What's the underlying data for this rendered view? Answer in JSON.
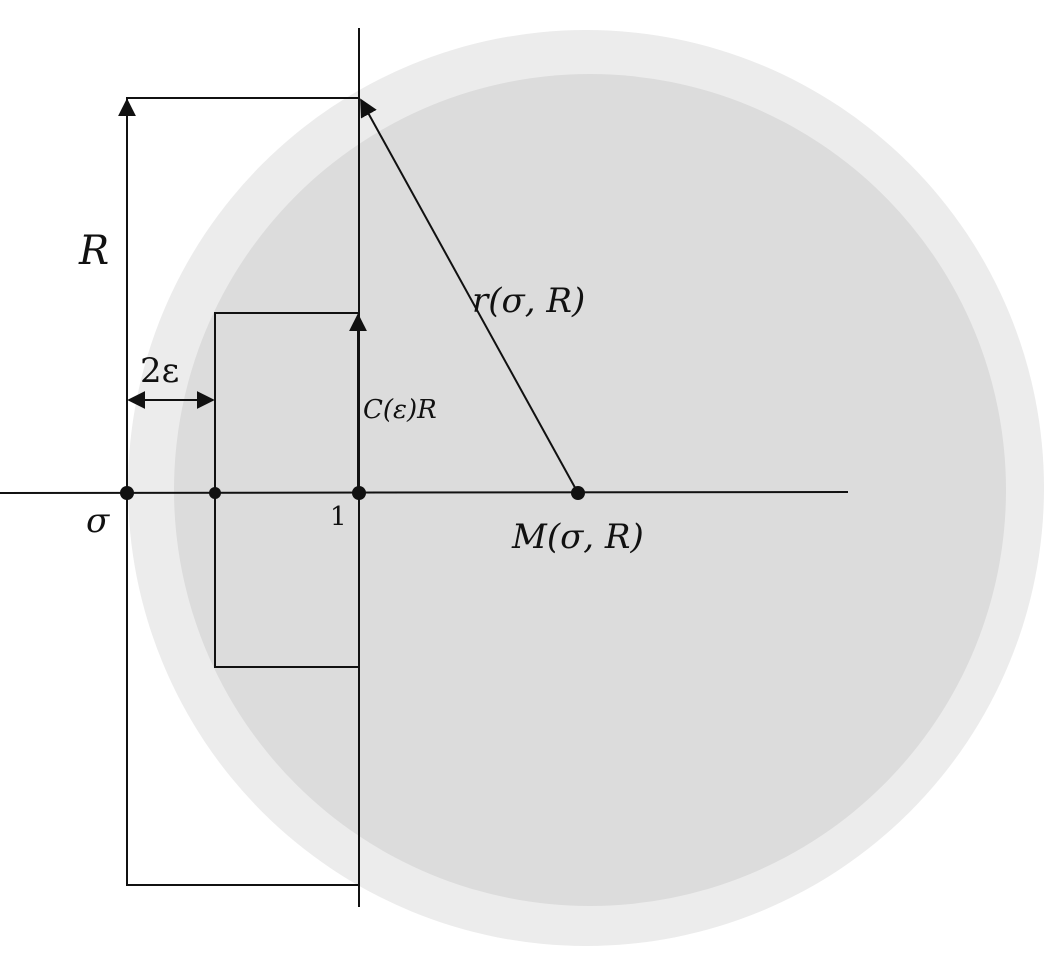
{
  "diagram": {
    "labels": {
      "R": "R",
      "two_epsilon": "2ε",
      "c_epsilon_r": "C(ε)R",
      "r_sigma_r": "r(σ, R)",
      "sigma": "σ",
      "one": "1",
      "m_sigma_r": "M(σ, R)"
    },
    "colors": {
      "outer_disk": "#ececec",
      "inner_disk": "#dcdcdc",
      "ink": "#111111"
    }
  }
}
